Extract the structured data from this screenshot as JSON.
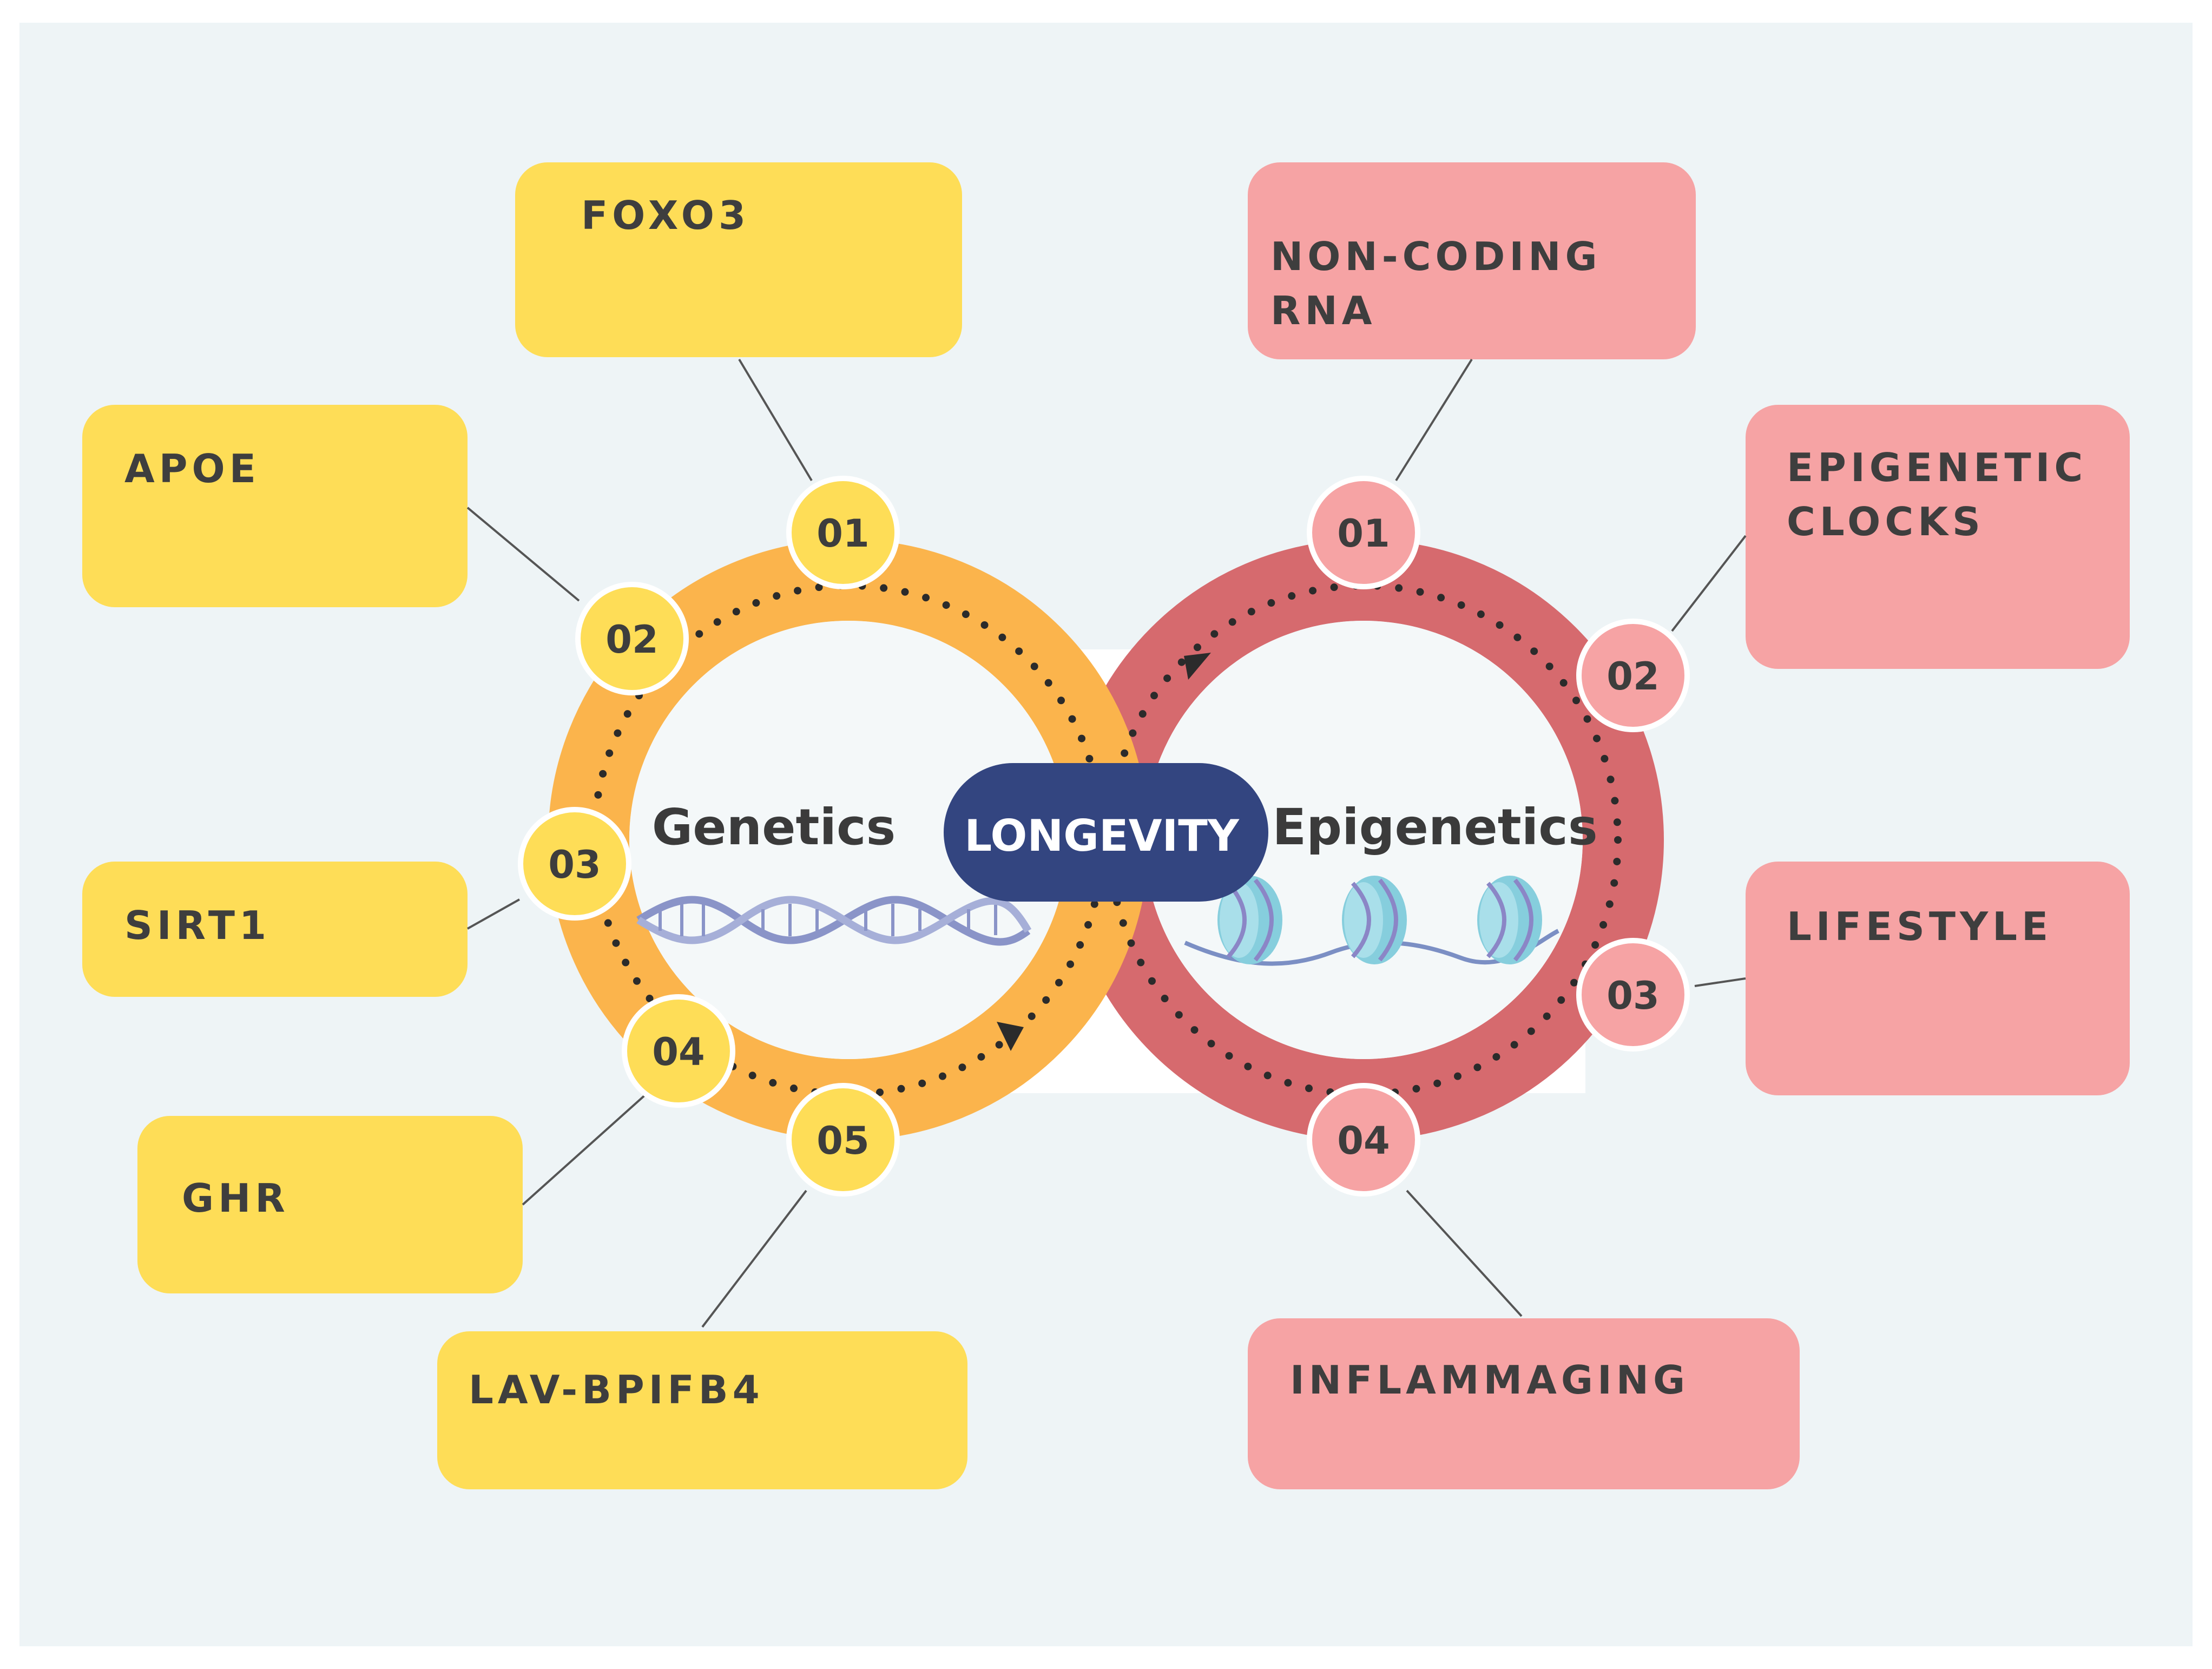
{
  "center": {
    "title": "LONGEVITY"
  },
  "genetics": {
    "label": "Genetics",
    "color": "#fedd57",
    "ring_color": "#fbb44c",
    "items": [
      {
        "num": "01",
        "text": "FOXO3"
      },
      {
        "num": "02",
        "text": "APOE"
      },
      {
        "num": "03",
        "text": "SIRT1"
      },
      {
        "num": "04",
        "text": "GHR"
      },
      {
        "num": "05",
        "text": "LAV-BPIFB4"
      }
    ]
  },
  "epigenetics": {
    "label": "Epigenetics",
    "color": "#f6a3a4",
    "ring_color": "#d66a6e",
    "items": [
      {
        "num": "01",
        "text": "NON-CODING RNA"
      },
      {
        "num": "02",
        "text": "EPIGENETIC\nCLOCKS"
      },
      {
        "num": "03",
        "text": "LIFESTYLE"
      },
      {
        "num": "04",
        "text": "INFLAMMAGING"
      }
    ]
  },
  "icons": {
    "dna": "dna-helix-icon",
    "nucleosome": "nucleosome-icon"
  }
}
